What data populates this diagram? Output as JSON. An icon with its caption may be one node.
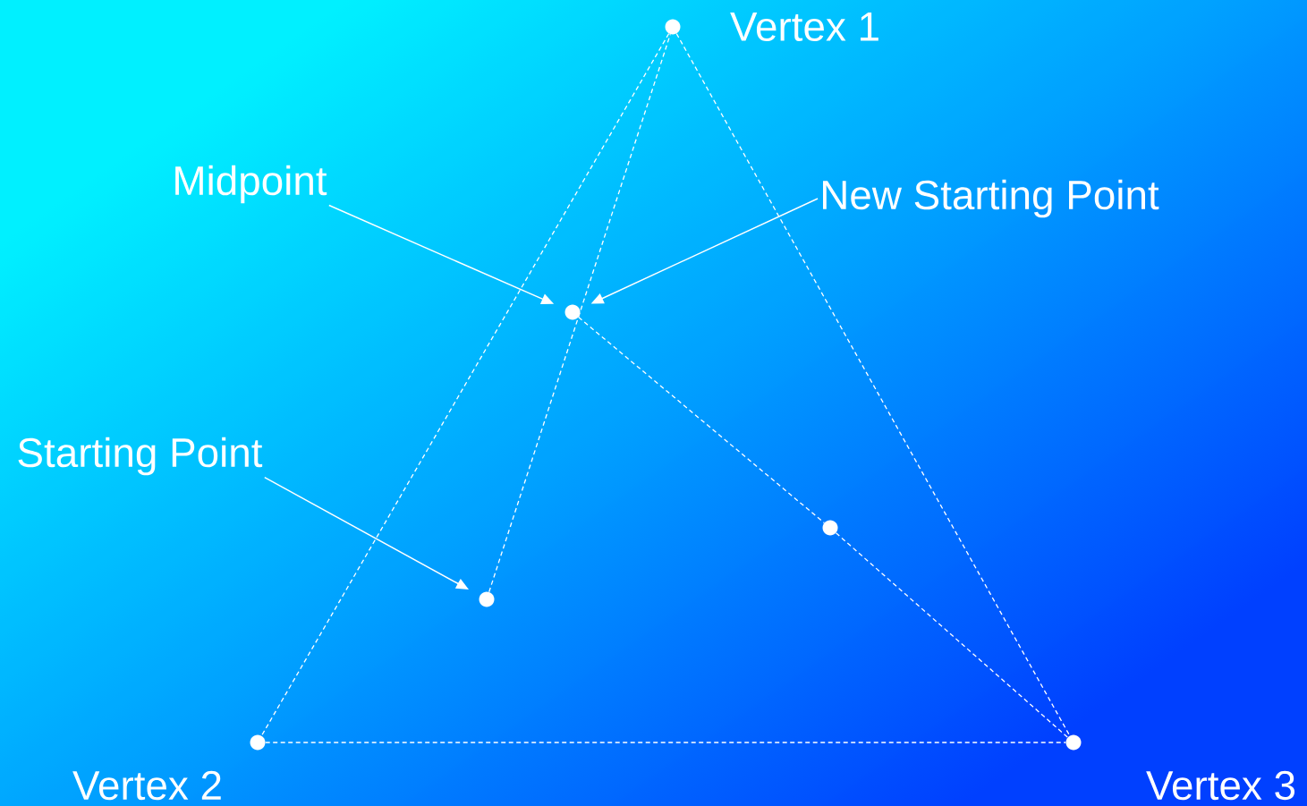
{
  "diagram": {
    "nodes": [
      {
        "text": [],
        "shape": "circle",
        "beside": [
          "Vertex 1"
        ]
      },
      {
        "text": [
          "Midpoint"
        ]
      },
      {
        "text": [
          "New Starting Point"
        ]
      },
      {
        "text": [],
        "shape": "circle"
      },
      {
        "text": [
          "Starting Point"
        ]
      },
      {
        "text": [],
        "shape": "circle"
      },
      {
        "text": [],
        "shape": "circle"
      },
      {
        "text": [],
        "shape": "circle",
        "beside": [
          "Vertex 2"
        ]
      },
      {
        "text": [],
        "shape": "circle",
        "beside": [
          "Vertex 3"
        ]
      }
    ],
    "edges": [
      {
        "from": 0,
        "to": 7,
        "arrow": "none",
        "style": "dashed"
      },
      {
        "from": 0,
        "to": 8,
        "arrow": "none",
        "style": "dashed"
      },
      {
        "from": 7,
        "to": 8,
        "arrow": "none",
        "style": "dashed"
      },
      {
        "from": 6,
        "to": 0,
        "arrow": "none",
        "style": "dashed"
      },
      {
        "from": 3,
        "to": 5,
        "arrow": "none",
        "style": "dashed"
      },
      {
        "from": 5,
        "to": 8,
        "arrow": "none",
        "style": "dashed"
      },
      {
        "from": 1,
        "to": 3,
        "arrow": "to"
      },
      {
        "from": 2,
        "to": 3,
        "arrow": "to"
      },
      {
        "from": 4,
        "to": 6,
        "arrow": "to"
      }
    ]
  }
}
